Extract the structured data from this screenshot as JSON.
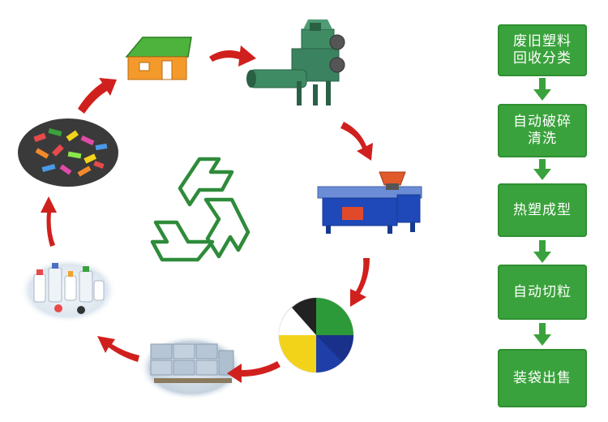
{
  "process_steps": [
    {
      "label": "废旧塑料回收分类"
    },
    {
      "label": "自动破碎清洗"
    },
    {
      "label": "热塑成型"
    },
    {
      "label": "自动切粒"
    },
    {
      "label": "装袋出售"
    }
  ],
  "cycle_stages": [
    {
      "icon": "house-icon"
    },
    {
      "icon": "crusher-washer-machine-icon"
    },
    {
      "icon": "extruder-machine-icon"
    },
    {
      "icon": "colored-pellets-icon"
    },
    {
      "icon": "packed-bags-icon"
    },
    {
      "icon": "plastic-bottles-icon"
    },
    {
      "icon": "plastic-scraps-icon"
    }
  ],
  "colors": {
    "step_fill": "#3aa23c",
    "step_arrow": "#3aa23c",
    "cycle_arrow": "#d0201e",
    "recycle_symbol": "#2e8b3a",
    "house_roof": "#4db33d",
    "house_wall": "#f39a2b"
  }
}
